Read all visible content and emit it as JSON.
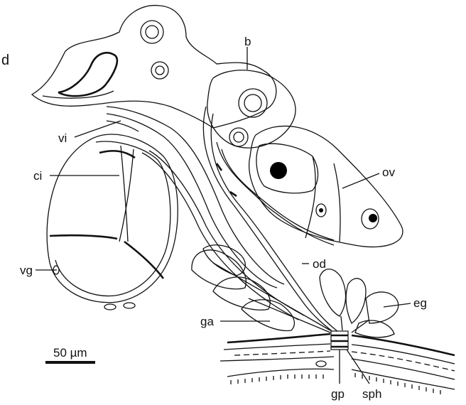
{
  "panel_letter": "d",
  "labels": {
    "b": "b",
    "vi": "vi",
    "ci": "ci",
    "ov": "ov",
    "vg": "vg",
    "od": "od",
    "ga": "ga",
    "eg": "eg",
    "gp": "gp",
    "sph": "sph"
  },
  "scale_bar": {
    "label": "50 µm"
  }
}
